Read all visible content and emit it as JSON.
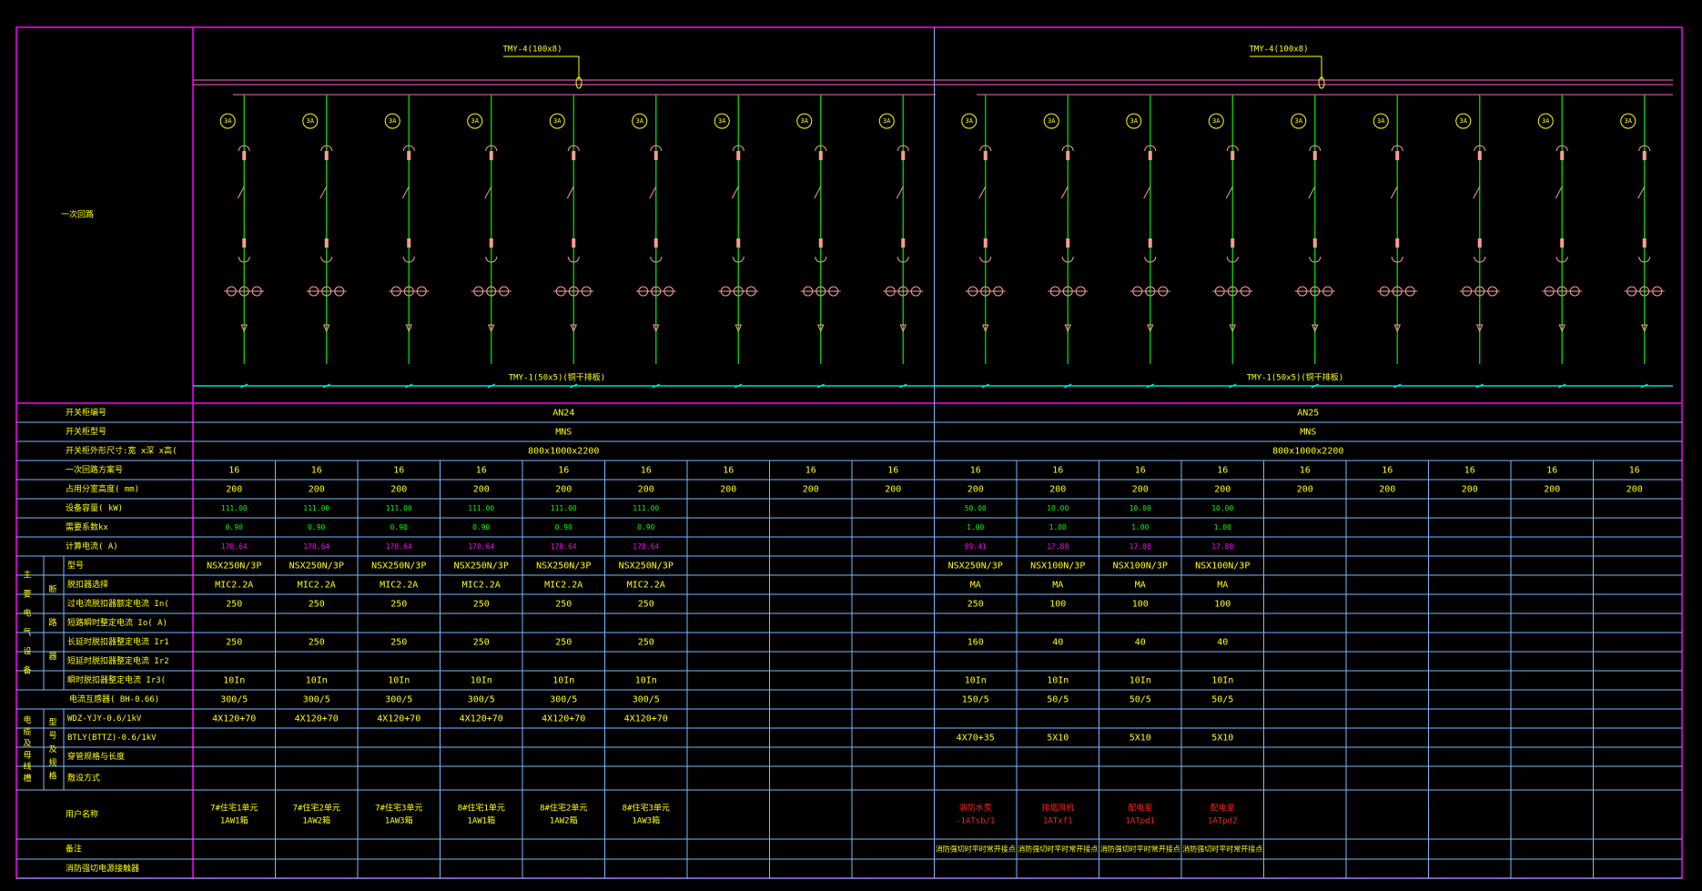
{
  "colors": {
    "frame": "#ff00ff",
    "grid": "#7ab8ff",
    "text": "#ffff00",
    "wire": "#00dd00",
    "symbol": "#ff9a9a",
    "busbar": "#ff66cc",
    "nbus": "#00ffff",
    "calc": "#ff00ff",
    "load": "#00ff00",
    "red": "#ff2020"
  },
  "drawing": {
    "section_label": "一次回路",
    "busbars": [
      "TMY-4(100x8)",
      "TMY-4(100x8)"
    ],
    "nbus": [
      "TMY-1(50x5)(铜干排板)",
      "TMY-1(50x5)(铜干排板)"
    ],
    "ct_label": "3A"
  },
  "panels": [
    {
      "id": "AN24",
      "type": "MNS",
      "size": "800x1000x2200"
    },
    {
      "id": "AN25",
      "type": "MNS",
      "size": "800x1000x2200"
    }
  ],
  "row_labels": {
    "panel_no": "开关柜编号",
    "panel_type": "开关柜型号",
    "panel_size": "开关柜外形尺寸:宽  x深 x高(",
    "scheme": "一次回路方案号",
    "height": "占用分室高度(    mm)",
    "power": "设备容量(    kW)",
    "kx": "需要系数kx",
    "current": "计算电流(    A)",
    "breaker_model": "型号",
    "trip_unit": "脱扣器选择",
    "in_rating": "过电流脱扣器额定电流      In(",
    "io_rating": "短路瞬时整定电流      Io( A)",
    "ir1": "长延时脱扣器整定电流      Ir1",
    "ir2": "短延时脱扣器整定电流      Ir2",
    "ir3": "瞬时脱扣器整定电流      Ir3(",
    "ct": "电流互感器(    BH-0.66)",
    "cable1": "WDZ-YJY-0.6/1kV",
    "cable2": "BTLY(BTTZ)-0.6/1kV",
    "cable3": "穿管规格与长度",
    "laying": "敷设方式",
    "user": "用户名称",
    "remark": "备注",
    "fire": "消防强切电源接触器"
  },
  "group_labels": {
    "main": "主要电气设备",
    "breaker": "断路器",
    "cable": "电缆及母线槽",
    "cable_sub": "型号及规格"
  },
  "columns": [
    {
      "scheme": "16",
      "height": "200",
      "power": "111.00",
      "kx": "0.90",
      "current": "178.64",
      "model": "NSX250N/3P",
      "trip": "MIC2.2A",
      "in": "250",
      "ir1": "250",
      "ir3": "10In",
      "ct": "300/5",
      "cable1": "4X120+70",
      "cable2": "",
      "user1": "7#住宅1单元",
      "user2": "1AW1箱",
      "remark": ""
    },
    {
      "scheme": "16",
      "height": "200",
      "power": "111.00",
      "kx": "0.90",
      "current": "178.64",
      "model": "NSX250N/3P",
      "trip": "MIC2.2A",
      "in": "250",
      "ir1": "250",
      "ir3": "10In",
      "ct": "300/5",
      "cable1": "4X120+70",
      "cable2": "",
      "user1": "7#住宅2单元",
      "user2": "1AW2箱",
      "remark": ""
    },
    {
      "scheme": "16",
      "height": "200",
      "power": "111.00",
      "kx": "0.90",
      "current": "178.64",
      "model": "NSX250N/3P",
      "trip": "MIC2.2A",
      "in": "250",
      "ir1": "250",
      "ir3": "10In",
      "ct": "300/5",
      "cable1": "4X120+70",
      "cable2": "",
      "user1": "7#住宅3单元",
      "user2": "1AW3箱",
      "remark": ""
    },
    {
      "scheme": "16",
      "height": "200",
      "power": "111.00",
      "kx": "0.90",
      "current": "178.64",
      "model": "NSX250N/3P",
      "trip": "MIC2.2A",
      "in": "250",
      "ir1": "250",
      "ir3": "10In",
      "ct": "300/5",
      "cable1": "4X120+70",
      "cable2": "",
      "user1": "8#住宅1单元",
      "user2": "1AW1箱",
      "remark": ""
    },
    {
      "scheme": "16",
      "height": "200",
      "power": "111.00",
      "kx": "0.90",
      "current": "178.64",
      "model": "NSX250N/3P",
      "trip": "MIC2.2A",
      "in": "250",
      "ir1": "250",
      "ir3": "10In",
      "ct": "300/5",
      "cable1": "4X120+70",
      "cable2": "",
      "user1": "8#住宅2单元",
      "user2": "1AW2箱",
      "remark": ""
    },
    {
      "scheme": "16",
      "height": "200",
      "power": "111.00",
      "kx": "0.90",
      "current": "178.64",
      "model": "NSX250N/3P",
      "trip": "MIC2.2A",
      "in": "250",
      "ir1": "250",
      "ir3": "10In",
      "ct": "300/5",
      "cable1": "4X120+70",
      "cable2": "",
      "user1": "8#住宅3单元",
      "user2": "1AW3箱",
      "remark": ""
    },
    {
      "scheme": "16",
      "height": "200",
      "power": "",
      "kx": "",
      "current": "",
      "model": "",
      "trip": "",
      "in": "",
      "ir1": "",
      "ir3": "",
      "ct": "",
      "cable1": "",
      "cable2": "",
      "user1": "",
      "user2": "",
      "remark": ""
    },
    {
      "scheme": "16",
      "height": "200",
      "power": "",
      "kx": "",
      "current": "",
      "model": "",
      "trip": "",
      "in": "",
      "ir1": "",
      "ir3": "",
      "ct": "",
      "cable1": "",
      "cable2": "",
      "user1": "",
      "user2": "",
      "remark": ""
    },
    {
      "scheme": "16",
      "height": "200",
      "power": "",
      "kx": "",
      "current": "",
      "model": "",
      "trip": "",
      "in": "",
      "ir1": "",
      "ir3": "",
      "ct": "",
      "cable1": "",
      "cable2": "",
      "user1": "",
      "user2": "",
      "remark": ""
    },
    {
      "scheme": "16",
      "height": "200",
      "power": "50.00",
      "kx": "1.00",
      "current": "89.41",
      "model": "NSX250N/3P",
      "trip": "MA",
      "in": "250",
      "ir1": "160",
      "ir3": "10In",
      "ct": "150/5",
      "cable1": "",
      "cable2": "4X70+35",
      "user1": "消防水泵",
      "user2": "-1ATsb/1",
      "remark": "消防强切时平时常开接点",
      "red": true
    },
    {
      "scheme": "16",
      "height": "200",
      "power": "10.00",
      "kx": "1.00",
      "current": "17.88",
      "model": "NSX100N/3P",
      "trip": "MA",
      "in": "100",
      "ir1": "40",
      "ir3": "10In",
      "ct": "50/5",
      "cable1": "",
      "cable2": "5X10",
      "user1": "排烟风机",
      "user2": "1ATxf1",
      "remark": "消防强切时平时常开接点",
      "red": true
    },
    {
      "scheme": "16",
      "height": "200",
      "power": "10.00",
      "kx": "1.00",
      "current": "17.88",
      "model": "NSX100N/3P",
      "trip": "MA",
      "in": "100",
      "ir1": "40",
      "ir3": "10In",
      "ct": "50/5",
      "cable1": "",
      "cable2": "5X10",
      "user1": "配电室",
      "user2": "1ATpd1",
      "remark": "消防强切时平时常开接点",
      "red": true
    },
    {
      "scheme": "16",
      "height": "200",
      "power": "10.00",
      "kx": "1.00",
      "current": "17.88",
      "model": "NSX100N/3P",
      "trip": "MA",
      "in": "100",
      "ir1": "40",
      "ir3": "10In",
      "ct": "50/5",
      "cable1": "",
      "cable2": "5X10",
      "user1": "配电室",
      "user2": "1ATpd2",
      "remark": "消防强切时平时常开接点",
      "red": true
    },
    {
      "scheme": "16",
      "height": "200",
      "power": "",
      "kx": "",
      "current": "",
      "model": "",
      "trip": "",
      "in": "",
      "ir1": "",
      "ir3": "",
      "ct": "",
      "cable1": "",
      "cable2": "",
      "user1": "",
      "user2": "",
      "remark": ""
    },
    {
      "scheme": "16",
      "height": "200",
      "power": "",
      "kx": "",
      "current": "",
      "model": "",
      "trip": "",
      "in": "",
      "ir1": "",
      "ir3": "",
      "ct": "",
      "cable1": "",
      "cable2": "",
      "user1": "",
      "user2": "",
      "remark": ""
    },
    {
      "scheme": "16",
      "height": "200",
      "power": "",
      "kx": "",
      "current": "",
      "model": "",
      "trip": "",
      "in": "",
      "ir1": "",
      "ir3": "",
      "ct": "",
      "cable1": "",
      "cable2": "",
      "user1": "",
      "user2": "",
      "remark": ""
    },
    {
      "scheme": "16",
      "height": "200",
      "power": "",
      "kx": "",
      "current": "",
      "model": "",
      "trip": "",
      "in": "",
      "ir1": "",
      "ir3": "",
      "ct": "",
      "cable1": "",
      "cable2": "",
      "user1": "",
      "user2": "",
      "remark": ""
    },
    {
      "scheme": "16",
      "height": "200",
      "power": "",
      "kx": "",
      "current": "",
      "model": "",
      "trip": "",
      "in": "",
      "ir1": "",
      "ir3": "",
      "ct": "",
      "cable1": "",
      "cable2": "",
      "user1": "",
      "user2": "",
      "remark": ""
    }
  ]
}
